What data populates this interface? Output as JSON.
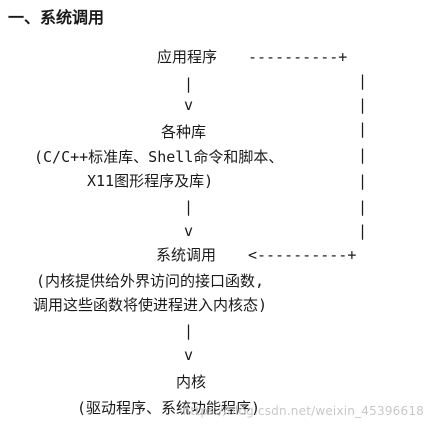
{
  "heading": "一、系统调用",
  "nodes": {
    "app": "应用程序",
    "lib_title": "各种库",
    "lib_desc_1": "(C/C++标准库、Shell命令和脚本、",
    "lib_desc_2": "X11图形程序及库)",
    "syscall": "系统调用",
    "syscall_desc_1": "(内核提供给外界访问的接口函数,",
    "syscall_desc_2": "调用这些函数将使进程进入内核态)",
    "kernel": "内核",
    "kernel_desc": "(驱动程序、系统功能程序)"
  },
  "connectors": {
    "app_tail": "----------+",
    "syscall_tail": "<----------+",
    "vertical_bar": "|",
    "arrow_head": "v",
    "rail_bar": "|"
  },
  "watermark": "https://blog.csdn.net/weixin_45396618"
}
